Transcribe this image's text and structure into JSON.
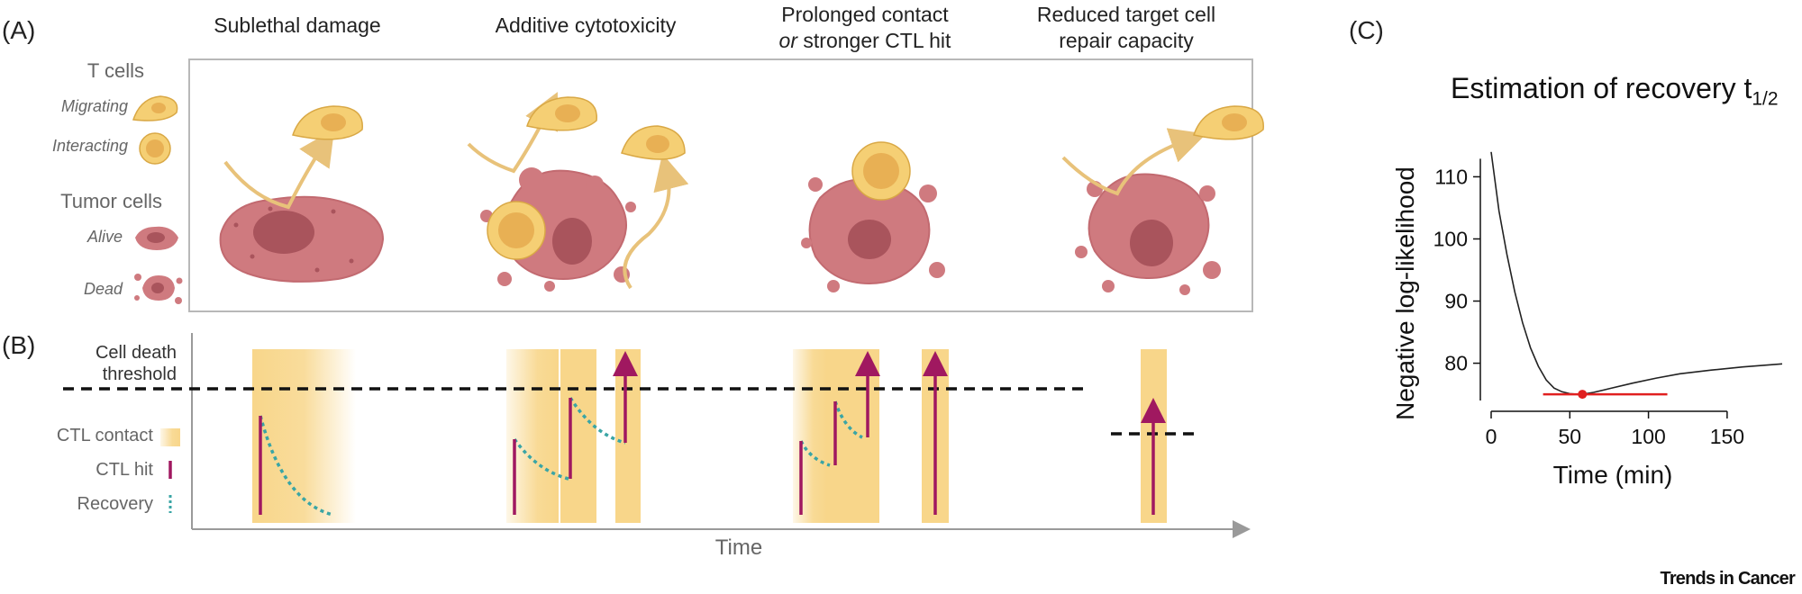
{
  "panel_a": {
    "label": "(A)",
    "columns": [
      {
        "title": "Sublethal damage"
      },
      {
        "title": "Additive cytotoxicity"
      },
      {
        "title": "Prolonged contact",
        "title_line2_em": "or",
        "title_line2_rest": " stronger CTL hit"
      },
      {
        "title": "Reduced target cell",
        "title_line2": "repair capacity"
      }
    ],
    "legend": {
      "tcells_heading": "T cells",
      "migrating": "Migrating",
      "interacting": "Interacting",
      "tumor_heading": "Tumor cells",
      "alive": "Alive",
      "dead": "Dead"
    }
  },
  "panel_b": {
    "label": "(B)",
    "threshold_label_1": "Cell death",
    "threshold_label_2": "threshold",
    "legend": {
      "contact": "CTL contact",
      "hit": "CTL hit",
      "recovery": "Recovery"
    },
    "x_axis_label": "Time"
  },
  "panel_c": {
    "label": "(C)",
    "chart_data": {
      "type": "line",
      "title": "Estimation of recovery t",
      "title_subscript": "1/2",
      "xlabel": "Time (min)",
      "ylabel": "Negative log-likelihood",
      "xlim": [
        0,
        185
      ],
      "ylim": [
        74,
        116
      ],
      "x_ticks": [
        0,
        50,
        100,
        150
      ],
      "y_ticks": [
        80,
        90,
        100,
        110
      ],
      "series": [
        {
          "x": [
            0,
            5,
            10,
            15,
            20,
            25,
            30,
            35,
            40,
            45,
            50,
            55,
            58,
            65,
            75,
            90,
            105,
            120,
            140,
            160,
            185
          ],
          "y": [
            114,
            104.5,
            97.5,
            91.5,
            86.5,
            82.5,
            79.5,
            77.3,
            76.0,
            75.4,
            75.1,
            75.0,
            75.0,
            75.3,
            75.9,
            76.8,
            77.6,
            78.3,
            78.9,
            79.4,
            79.9
          ]
        }
      ],
      "minimum": {
        "x": 58,
        "y": 75.0
      },
      "confidence_interval": [
        33,
        112
      ],
      "colors": {
        "curve": "#222222",
        "estimate": "#e02020"
      }
    }
  },
  "credit": "Trends in Cancer",
  "colors": {
    "tumor": "#cf7a7f",
    "tumor_core": "#a9545c",
    "tcell": "#f5cf74",
    "tcell_nucleus": "#e8b054",
    "contact": "#f8d68a",
    "hit": "#a01860",
    "recovery": "#3aa5a5"
  }
}
